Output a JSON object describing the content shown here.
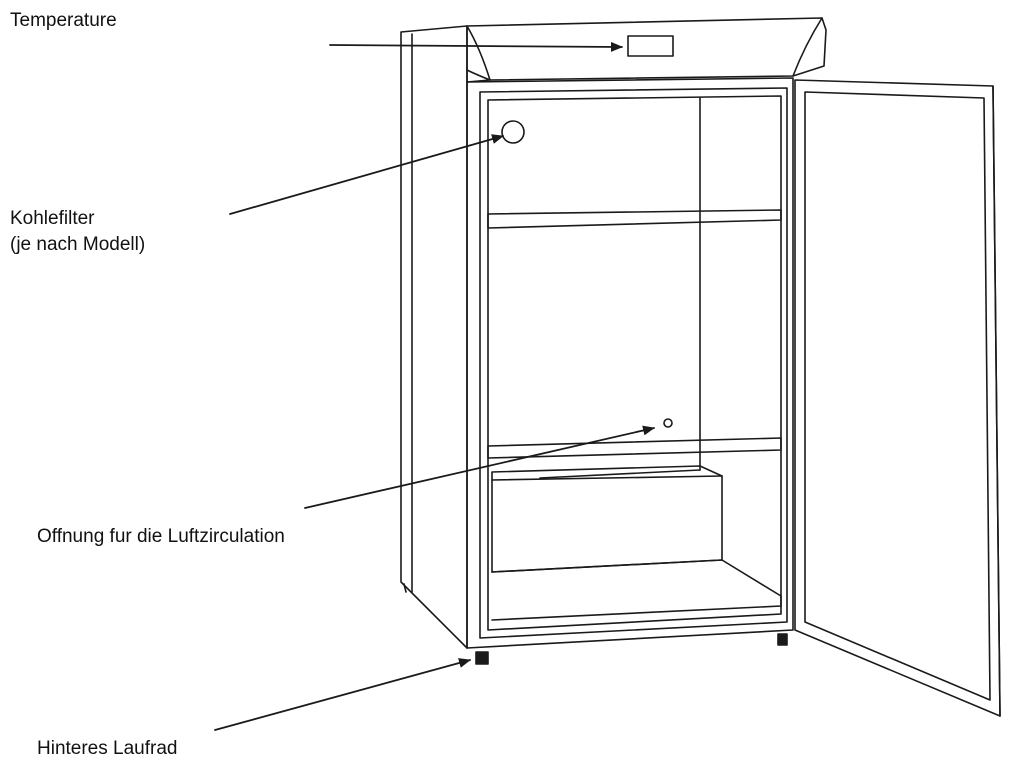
{
  "labels": {
    "temperature": "Temperature",
    "kohlefilter_line1": "Kohlefilter",
    "kohlefilter_line2": "(je nach Modell)",
    "offnung": "Offnung fur die Luftzirculation",
    "hinteres_laufrad": "Hinteres Laufrad"
  },
  "colors": {
    "stroke": "#1a1a1a",
    "background": "#ffffff"
  }
}
